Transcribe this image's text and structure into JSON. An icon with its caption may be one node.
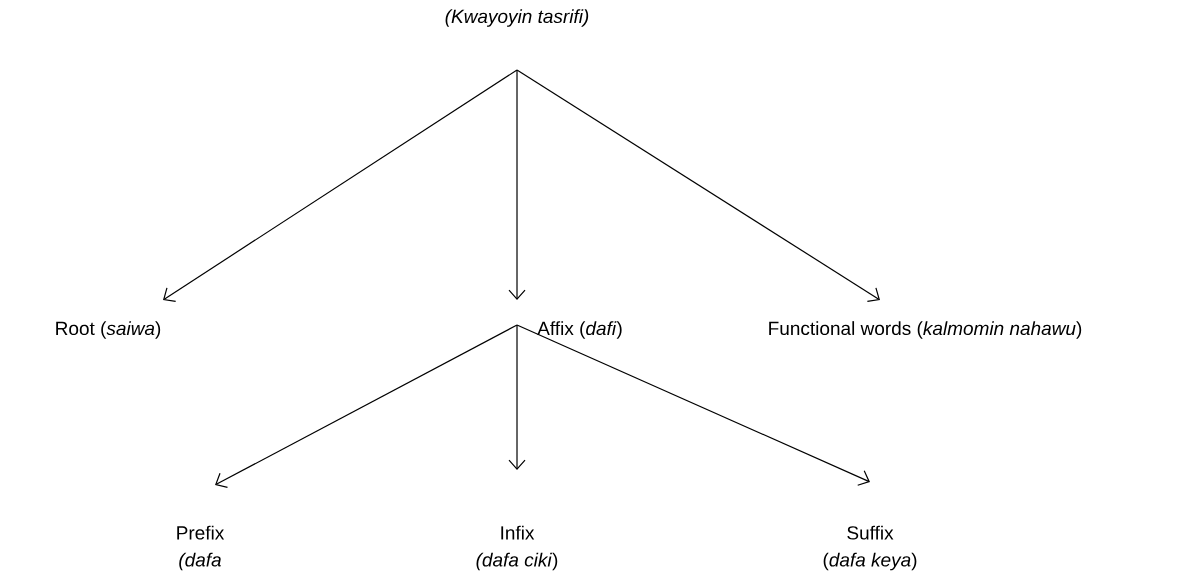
{
  "diagram": {
    "nodes": [
      {
        "text": [
          "(Kwayoyin tasrifi)"
        ]
      },
      {
        "text": [
          "Root (*saiwa*)"
        ]
      },
      {
        "text": [
          "Affix (*dafi*)"
        ]
      },
      {
        "text": [
          "Functional words (*kalmomin nahawu*)"
        ]
      },
      {
        "text": [
          "Prefix",
          "*(dafa*"
        ]
      },
      {
        "text": [
          "Infix",
          "*(dafa ciki*)"
        ]
      },
      {
        "text": [
          "Suffix",
          "(*dafa keya*)"
        ]
      }
    ],
    "edges": [
      {
        "from": 0,
        "to": 1,
        "arrow": "to"
      },
      {
        "from": 0,
        "to": 2,
        "arrow": "to"
      },
      {
        "from": 0,
        "to": 3,
        "arrow": "to"
      },
      {
        "from": 2,
        "to": 4,
        "arrow": "to"
      },
      {
        "from": 2,
        "to": 5,
        "arrow": "to"
      },
      {
        "from": 2,
        "to": 6,
        "arrow": "to"
      }
    ]
  }
}
